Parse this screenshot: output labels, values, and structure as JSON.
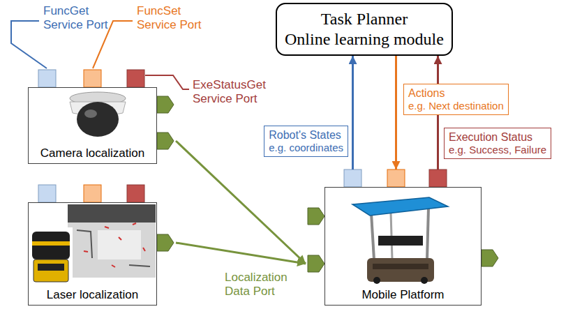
{
  "diagram": {
    "nodes": [
      {
        "text": [
          "Task Planner",
          "Online learning module"
        ]
      },
      {
        "text": [
          "Camera localization"
        ]
      },
      {
        "text": [
          "Laser localization"
        ]
      },
      {
        "text": [
          "Robot's States",
          "e.g. coordinates"
        ]
      },
      {
        "text": [
          "Actions",
          "e.g. Next destination"
        ]
      },
      {
        "text": [
          "Execution Status",
          "e.g. Success, Failure"
        ]
      },
      {
        "text": [
          "Mobile Platform"
        ]
      }
    ],
    "edges": [
      {
        "from": 6,
        "to": 0,
        "arrow": "to"
      },
      {
        "from": 0,
        "to": 6,
        "arrow": "to"
      },
      {
        "from": 6,
        "to": 0,
        "arrow": "to"
      },
      {
        "from": 1,
        "to": 6,
        "arrow": "to"
      },
      {
        "from": 2,
        "to": 6,
        "arrow": "to"
      }
    ],
    "labels": [
      "FuncGet Service Port",
      "FuncSet Service Port",
      "ExeStatusGet Service Port",
      "Localization Data Port"
    ]
  }
}
